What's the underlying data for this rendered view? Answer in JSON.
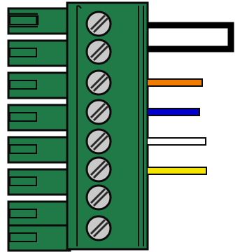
{
  "diagram": {
    "kind": "terminal-block-connector",
    "connector_color": "#1f7a47",
    "connector_dark": "#0f4a2a",
    "outline_color": "#0a0a0a",
    "screw_fill": "#c9c9c9",
    "screw_slot": "#2a2a2a",
    "pin_count": 8,
    "wires": [
      {
        "color_name": "black",
        "color": "#000000"
      },
      {
        "color_name": "orange",
        "color": "#f07d00"
      },
      {
        "color_name": "blue",
        "color": "#0000c8"
      },
      {
        "color_name": "white",
        "color": "#ffffff"
      },
      {
        "color_name": "yellow",
        "color": "#f4e400"
      }
    ]
  }
}
